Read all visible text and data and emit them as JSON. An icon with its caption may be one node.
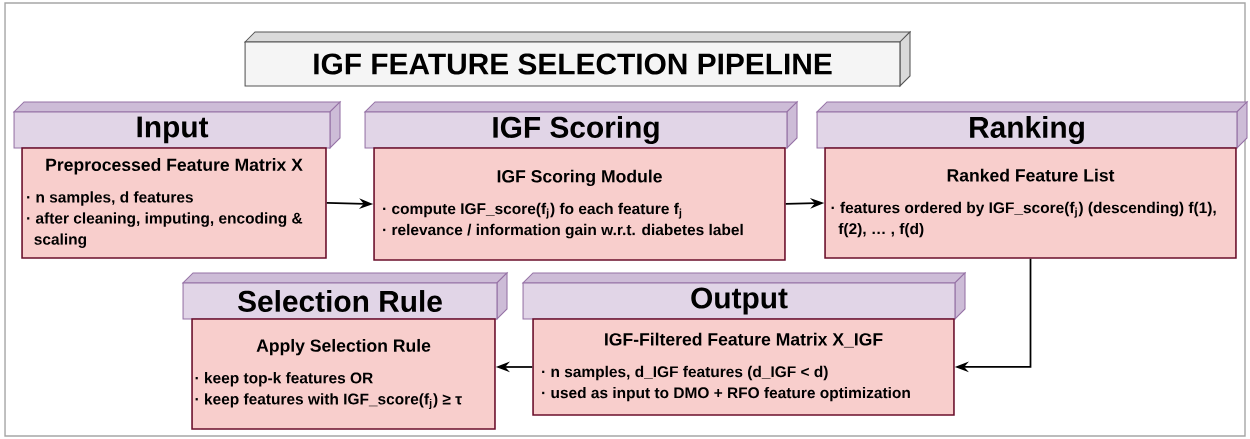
{
  "diagram": {
    "nodes": [
      {
        "text": [
          "IGF FEATURE SELECTION PIPELINE"
        ]
      },
      {
        "text": [
          "Input"
        ]
      },
      {
        "text": [
          "Preprocessed Feature Matrix  X",
          "· n samples, d features",
          "· after cleaning, imputing, encoding & scaling"
        ]
      },
      {
        "text": [
          "IGF Scoring"
        ]
      },
      {
        "text": [
          "IGF Scoring Module",
          "· compute IGF_score(f$_{j}$) fo each feature f$_{j}$",
          "· relevance / information gain w.r.t. diabetes label"
        ]
      },
      {
        "text": [
          "Ranking"
        ]
      },
      {
        "text": [
          "Ranked Feature List",
          "· features ordered by IGF_score(f$_{j}$) (descending) f(1), f(2), … , f(d)"
        ]
      },
      {
        "text": [
          "Selection Rule"
        ]
      },
      {
        "text": [
          "Apply Selection Rule",
          "· keep top-k features  OR",
          "· keep features with IGF_score(f$_{j}$) ≥ τ"
        ]
      },
      {
        "text": [
          "Output"
        ]
      },
      {
        "text": [
          "IGF-Filtered Feature Matrix  X_IGF",
          "· n samples, d_IGF features (d_IGF < d)",
          "· used as input to DMO + RFO feature optimization"
        ]
      }
    ],
    "edges": [
      {
        "from": 2,
        "to": 4,
        "arrow": "to"
      },
      {
        "from": 4,
        "to": 6,
        "arrow": "to"
      },
      {
        "from": 6,
        "to": 10,
        "arrow": "to"
      },
      {
        "from": 10,
        "to": 8,
        "arrow": "to"
      }
    ]
  }
}
